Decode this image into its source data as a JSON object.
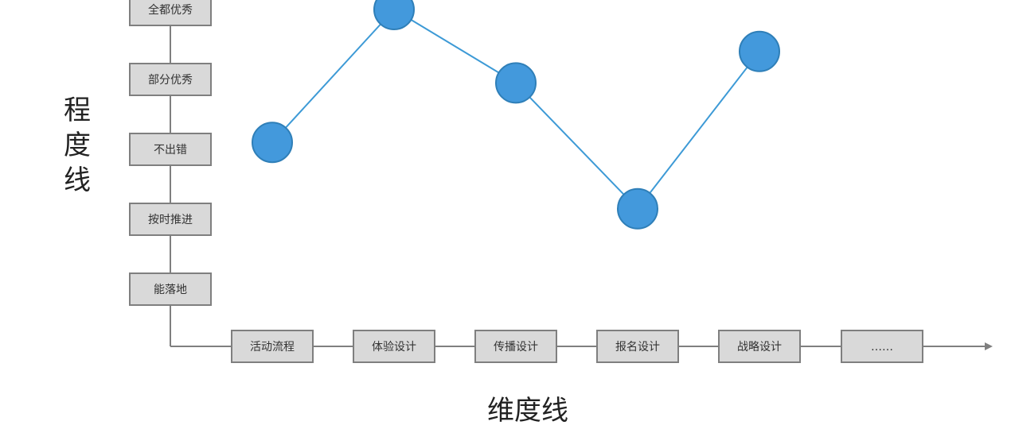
{
  "chart_data": {
    "type": "line",
    "xlabel": "维度线",
    "ylabel": "程度线",
    "x_categories": [
      "活动流程",
      "体验设计",
      "传播设计",
      "报名设计",
      "战略设计",
      "……"
    ],
    "y_categories": [
      "能落地",
      "按时推进",
      "不出错",
      "部分优秀",
      "全都优秀"
    ],
    "series": [
      {
        "points": [
          {
            "x": "活动流程",
            "y": 2.1
          },
          {
            "x": "体验设计",
            "y": 4.0
          },
          {
            "x": "传播设计",
            "y": 2.95
          },
          {
            "x": "报名设计",
            "y": 1.15
          },
          {
            "x": "战略设计",
            "y": 3.4
          }
        ]
      }
    ],
    "colors": {
      "series": "#3d9ad6",
      "point": "#4399dc",
      "box_fill": "#d9d9d9",
      "box_stroke": "#7f7f7f"
    },
    "grid": false
  }
}
